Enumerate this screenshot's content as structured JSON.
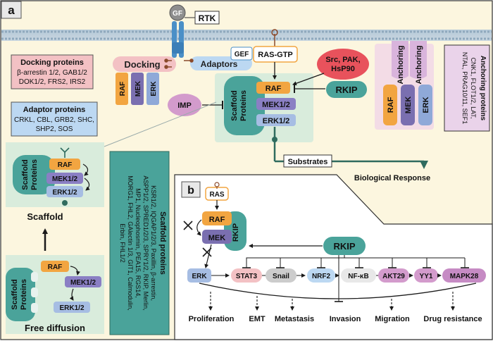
{
  "panel_a": {
    "label": "a",
    "ligand": "GF",
    "receptor": "RTK",
    "gef": "GEF",
    "ras_gtp": "RAS-GTP",
    "docking": "Docking",
    "adaptors": "Adaptors",
    "dock_raf": "RAF",
    "dock_mek": "MEK",
    "dock_erk": "ERK",
    "src": [
      "Src, PAK,",
      "HsP90"
    ],
    "rkip": "RKIP",
    "imp": "IMP",
    "scaffold_core": {
      "title": [
        "Scaffold",
        "Proteins"
      ],
      "raf": "RAF",
      "mek": "MEK1/2",
      "erk": "ERK1/2"
    },
    "substrates": "Substrates",
    "bio_response": "Biological Response",
    "anchoring": {
      "label1": "Anchoring",
      "label2": "Anchoring",
      "raf": "RAF",
      "mek": "MEK",
      "erk": "ERK"
    },
    "anchoring_proteins": {
      "title": "Anchoring proteins",
      "lines": [
        "CNK1, FLOT1/2, LAT,",
        "NTAL, PRAG10/11, SEF1"
      ]
    },
    "docking_proteins": {
      "title": "Docking proteins",
      "lines": [
        "β-arrestin 1/2, GAB1/2",
        "DOK1/2, FRS2, IRS2"
      ]
    },
    "adaptor_proteins": {
      "title": "Adaptor proteins",
      "lines": [
        "CRKL, CBL, GRB2, SHC,",
        "SHP2, SOS"
      ]
    },
    "scaffold_box": {
      "title": [
        "Scaffold",
        "Proteins"
      ],
      "raf": "RAF",
      "mek": "MEK1/2",
      "erk": "ERK1/2",
      "caption": "Scaffold"
    },
    "free_box": {
      "title": [
        "Scaffold",
        "Proteins"
      ],
      "raf": "RAF",
      "mek": "MEK1/2",
      "erk": "ERK1/2",
      "caption": "Free diffusion"
    },
    "scaffold_proteins_list": {
      "title": "Scaffold proteins",
      "lines": [
        "KSR1/2, IQGAP1/2/3, Paxillin, β-arrestin,",
        "ASPP1/2, SPRED1/2/3, SPRY1/2, RKIP, Merlin,",
        "MP1, Nucleophosmin, PEA15, RGS14,",
        "MORG1, FHL2, GAlectin 1/3, GIT1, Calmodulin,",
        "Erbin, FHL1/2"
      ]
    }
  },
  "panel_b": {
    "label": "b",
    "ras": "RAS",
    "raf": "RAF",
    "mek": "MEK",
    "rkip_side": "RKIP",
    "rkip_main": "RKIP",
    "erk": "ERK",
    "targets": [
      "STAT3",
      "Snail",
      "NRF2",
      "NF-κB",
      "AKT29",
      "YY1",
      "MAPK28"
    ],
    "outcomes": [
      "Proliferation",
      "EMT",
      "Metastasis",
      "Invasion",
      "Migration",
      "Drug resistance"
    ]
  }
}
